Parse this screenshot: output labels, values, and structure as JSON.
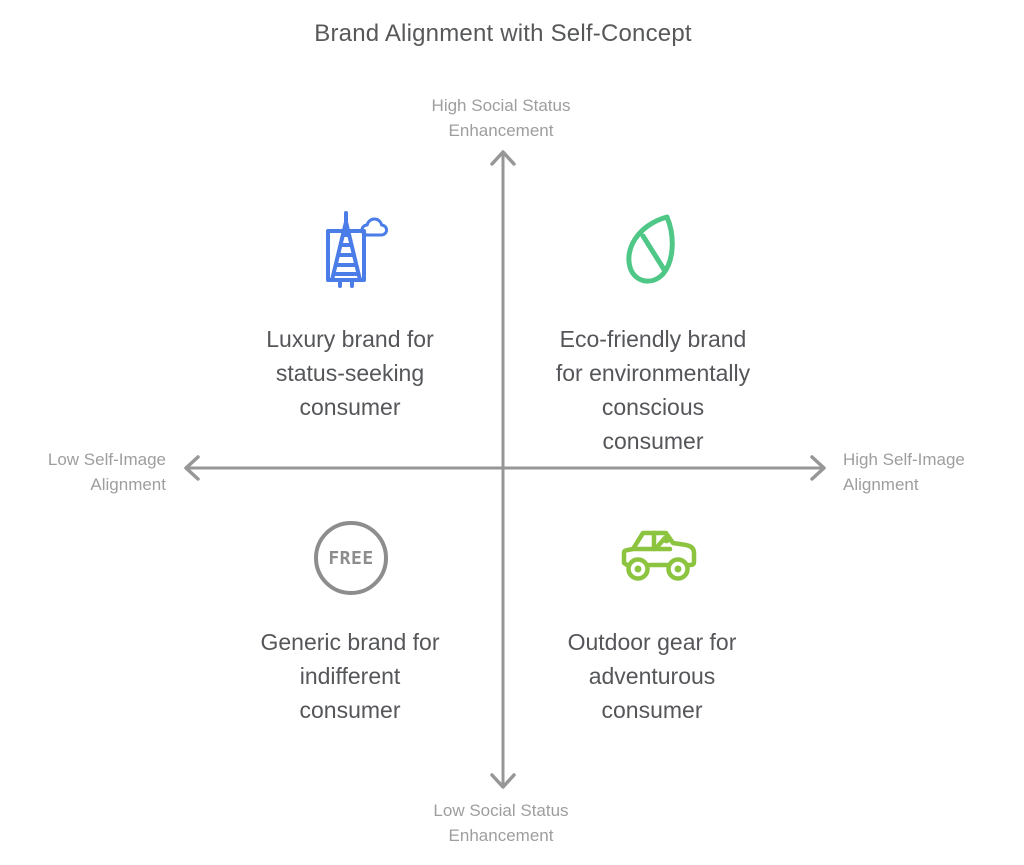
{
  "title": "Brand Alignment with Self-Concept",
  "axes": {
    "top_label": "High Social Status\nEnhancement",
    "bottom_label": "Low Social Status\nEnhancement",
    "left_label": "Low Self-Image\nAlignment",
    "right_label": "High Self-Image\nAlignment"
  },
  "quadrants": {
    "top_left": {
      "icon": "skyscraper-cloud-icon",
      "label": "Luxury brand for\nstatus-seeking\nconsumer"
    },
    "top_right": {
      "icon": "leaf-icon",
      "label": "Eco-friendly brand\nfor environmentally\nconscious\nconsumer"
    },
    "bottom_left": {
      "icon": "free-badge-icon",
      "badge_text": "FREE",
      "label": "Generic brand for\nindifferent\nconsumer"
    },
    "bottom_right": {
      "icon": "jeep-icon",
      "label": "Outdoor gear for\nadventurous\nconsumer"
    }
  },
  "colors": {
    "background": "#FFFFFF",
    "title-text": "#57585A",
    "quadrant-text": "#545659",
    "axis": "#979797",
    "axis-label": "#9E9E9E",
    "icon-blue": "#4A7DE8",
    "icon-green": "#4FC787",
    "icon-lime": "#8CC43F",
    "icon-gray": "#8D8D8D"
  }
}
